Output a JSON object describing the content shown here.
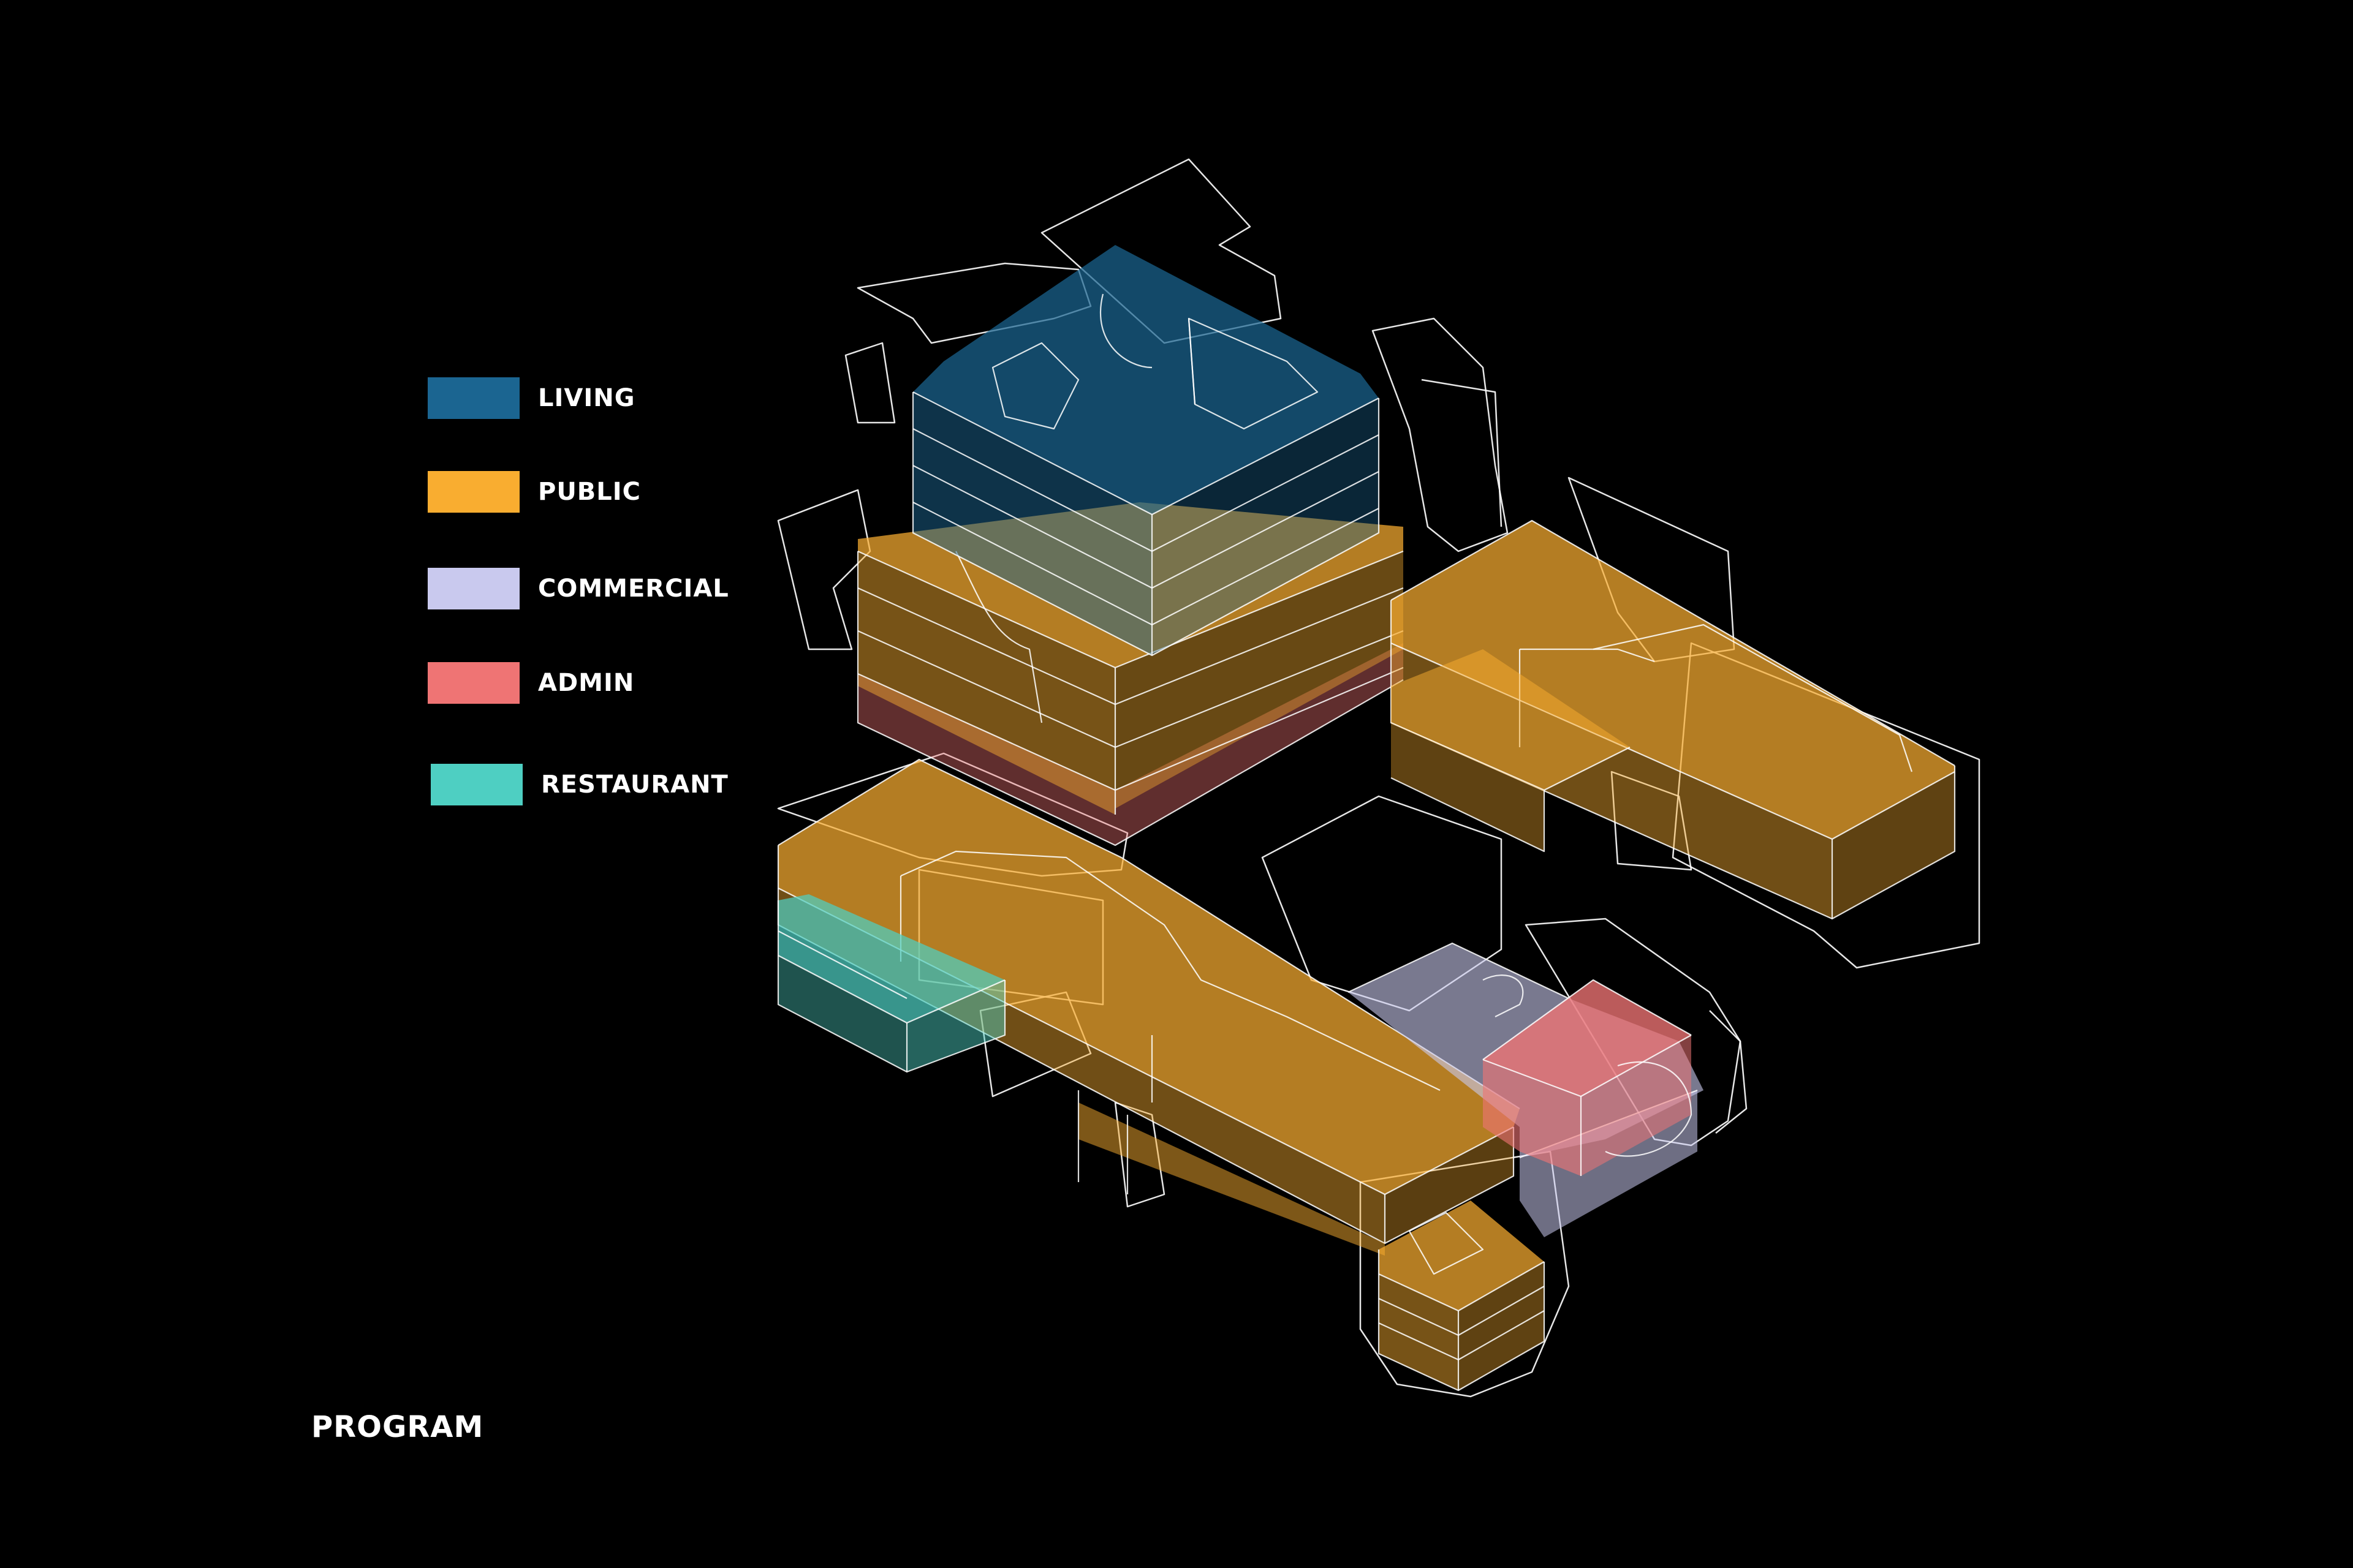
{
  "diagram": {
    "title": "PROGRAM",
    "legend": [
      {
        "label": "LIVING",
        "color": "#1b6591"
      },
      {
        "label": "PUBLIC",
        "color": "#f9ad30"
      },
      {
        "label": "COMMERCIAL",
        "color": "#c9c9ee"
      },
      {
        "label": "ADMIN",
        "color": "#ef7474"
      },
      {
        "label": "RESTAURANT",
        "color": "#4ecfc2"
      }
    ],
    "background": "#000000",
    "linework_color": "#ffffff"
  }
}
